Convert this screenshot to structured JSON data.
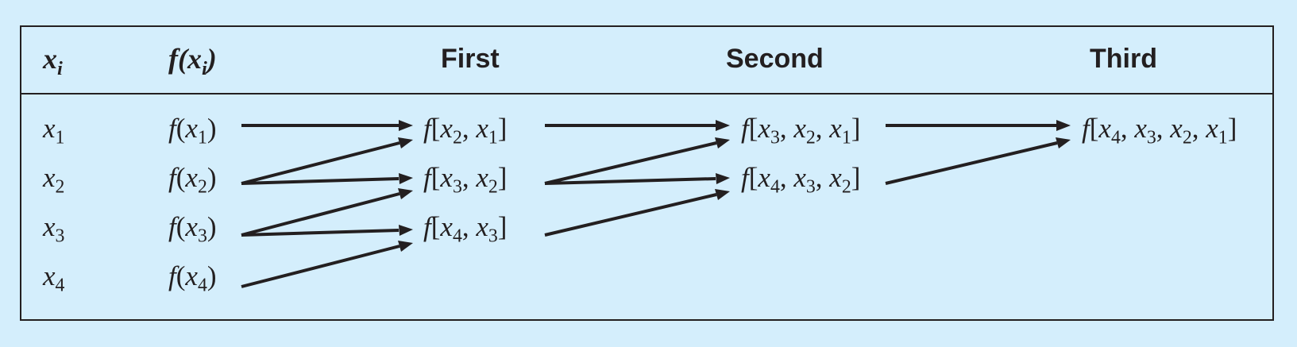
{
  "header": {
    "x_label": "x",
    "x_sub": "i",
    "f_label": "f(x",
    "f_sub": "i",
    "f_close": ")",
    "first": "First",
    "second": "Second",
    "third": "Third"
  },
  "xs": [
    {
      "base": "x",
      "sub": "1"
    },
    {
      "base": "x",
      "sub": "2"
    },
    {
      "base": "x",
      "sub": "3"
    },
    {
      "base": "x",
      "sub": "4"
    }
  ],
  "fx": [
    {
      "sub": "1"
    },
    {
      "sub": "2"
    },
    {
      "sub": "3"
    },
    {
      "sub": "4"
    }
  ],
  "first": [
    {
      "subs": [
        "2",
        "1"
      ]
    },
    {
      "subs": [
        "3",
        "2"
      ]
    },
    {
      "subs": [
        "4",
        "3"
      ]
    }
  ],
  "second": [
    {
      "subs": [
        "3",
        "2",
        "1"
      ]
    },
    {
      "subs": [
        "4",
        "3",
        "2"
      ]
    }
  ],
  "third": [
    {
      "subs": [
        "4",
        "3",
        "2",
        "1"
      ]
    }
  ],
  "colors": {
    "background": "#d4eefc",
    "ink": "#231f20"
  }
}
